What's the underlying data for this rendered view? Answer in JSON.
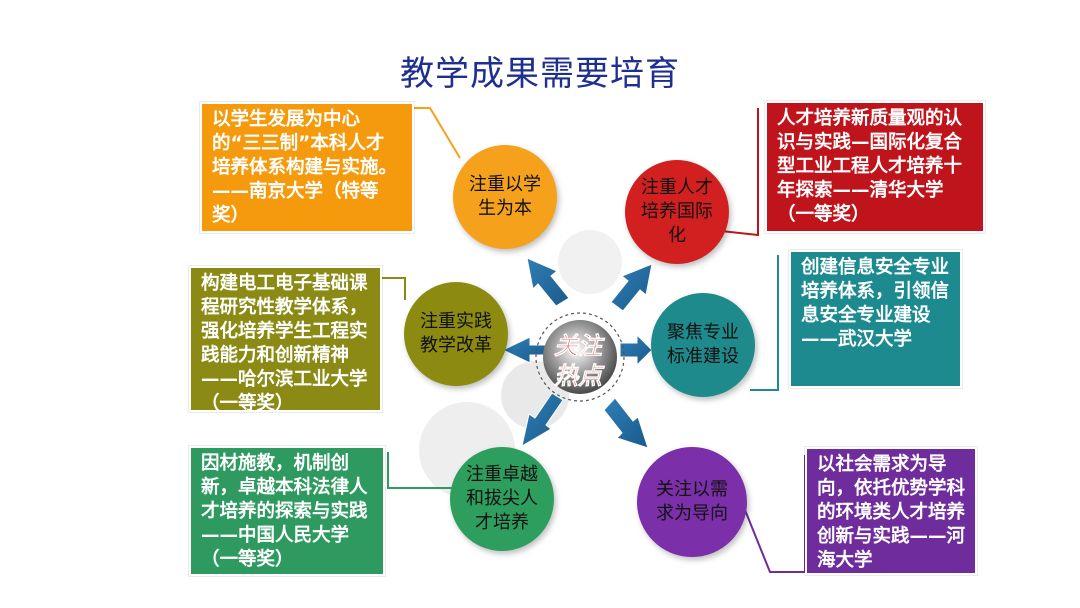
{
  "title": "教学成果需要培育",
  "center": {
    "line1": "关注",
    "line2": "热点"
  },
  "nodes": [
    {
      "id": "student",
      "label_lines": [
        "注重以学",
        "生为本"
      ],
      "color": "#f5a11c",
      "box_text": "以学生发展为中心的“三三制”本科人才培养体系构建与实施。——南京大学（特等奖）",
      "box_color": "#f59a0c"
    },
    {
      "id": "international",
      "label_lines": [
        "注重人才",
        "培养国际",
        "化"
      ],
      "color": "#d21f1f",
      "box_text": "人才培养新质量观的认识与实践—国际化复合型工业工程人才培养十年探索——清华大学（一等奖）",
      "box_color": "#c0141c"
    },
    {
      "id": "practice",
      "label_lines": [
        "注重实践",
        "教学改革"
      ],
      "color": "#8c8a10",
      "box_text": "构建电工电子基础课程研究性教学体系，强化培养学生工程实践能力和创新精神——哈尔滨工业大学（一等奖）",
      "box_color": "#8a8a14"
    },
    {
      "id": "standard",
      "label_lines": [
        "聚焦专业",
        "标准建设"
      ],
      "color": "#1f8a8c",
      "box_text": "创建信息安全专业培养体系，引领信息安全专业建设——武汉大学",
      "box_color": "#1c8a8e"
    },
    {
      "id": "excellence",
      "label_lines": [
        "注重卓越",
        "和拔尖人",
        "才培养"
      ],
      "color": "#2e9e5e",
      "box_text": "因材施教，机制创新，卓越本科法律人才培养的探索与实践——中国人民大学（一等奖）",
      "box_color": "#2f9a60"
    },
    {
      "id": "demand",
      "label_lines": [
        "关注以需",
        "求为导向"
      ],
      "color": "#7b2fa8",
      "box_text": "以社会需求为导向，依托优势学科的环境类人才培养创新与实践——河海大学",
      "box_color": "#6f2c9c"
    }
  ]
}
